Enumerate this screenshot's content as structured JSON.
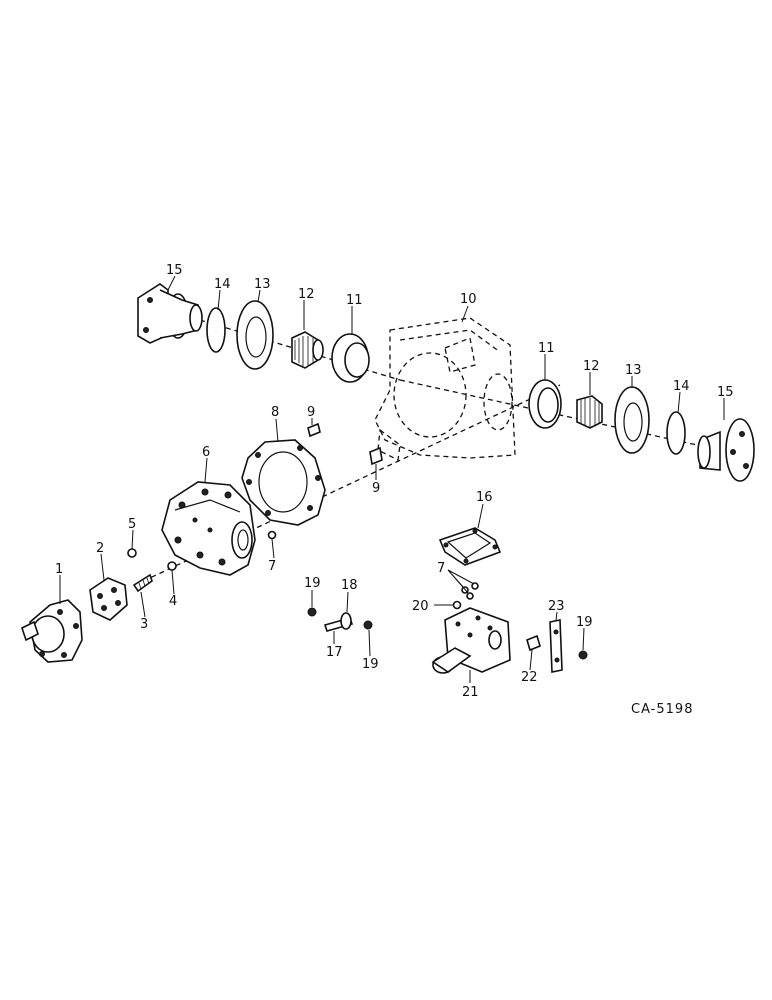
{
  "figure_code": "CA-5198",
  "callouts": {
    "c1": "1",
    "c2": "2",
    "c3": "3",
    "c4": "4",
    "c5": "5",
    "c6": "6",
    "c7a": "7",
    "c7b": "7",
    "c8": "8",
    "c9a": "9",
    "c9b": "9",
    "c10": "10",
    "c11a": "11",
    "c11b": "11",
    "c12a": "12",
    "c12b": "12",
    "c13a": "13",
    "c13b": "13",
    "c14a": "14",
    "c14b": "14",
    "c15a": "15",
    "c15b": "15",
    "c16": "16",
    "c17": "17",
    "c18": "18",
    "c19a": "19",
    "c19b": "19",
    "c19c": "19",
    "c20": "20",
    "c21": "21",
    "c22": "22",
    "c23": "23"
  }
}
